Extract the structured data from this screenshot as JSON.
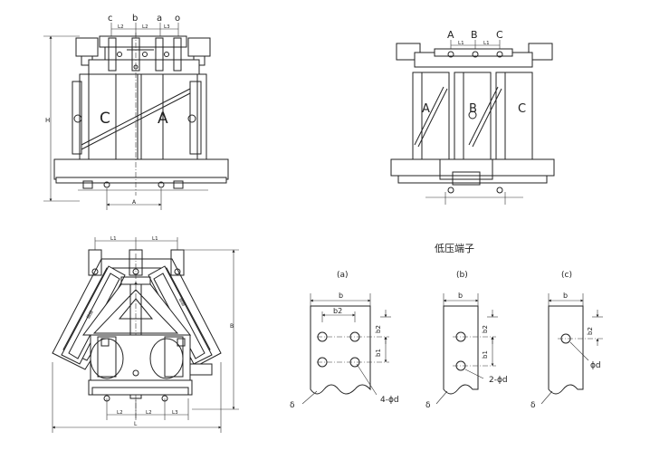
{
  "views": {
    "front": {
      "terminals": [
        "c",
        "b",
        "a",
        "o"
      ],
      "dims": [
        "L2",
        "L2",
        "L3"
      ],
      "height_label": "H",
      "width_label": "A",
      "coil_labels": [
        "C",
        "A"
      ]
    },
    "side": {
      "terminals": [
        "A",
        "B",
        "C"
      ],
      "dims": [
        "L1",
        "L1"
      ],
      "coil_labels": [
        "A",
        "B",
        "C"
      ]
    },
    "plan": {
      "top_dims": [
        "L1",
        "L1"
      ],
      "bottom_dims": [
        "L2",
        "L2",
        "L3"
      ],
      "bottom_total": "L",
      "height_label": "B"
    }
  },
  "lv_title": "低压端子",
  "terminal_types": [
    {
      "tag": "(a)",
      "width": "b",
      "spacing_h": "b2",
      "spacing_v1": "b2",
      "spacing_v2": "b1",
      "hole": "4-ϕd",
      "thickness": "δ"
    },
    {
      "tag": "(b)",
      "width": "b",
      "spacing_v1": "b2",
      "spacing_v2": "b1",
      "hole": "2-ϕd",
      "thickness": "δ"
    },
    {
      "tag": "(c)",
      "width": "b",
      "spacing_v1": "b2",
      "hole": "ϕd",
      "thickness": "δ"
    }
  ]
}
